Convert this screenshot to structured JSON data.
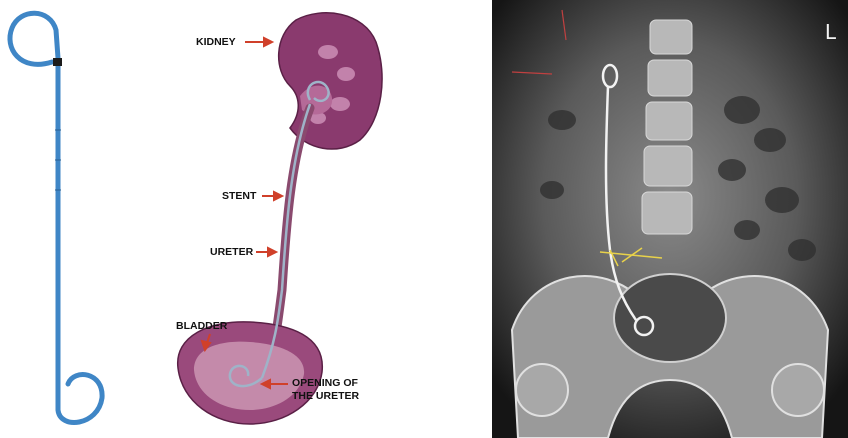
{
  "anatomy": {
    "labels": {
      "kidney": "KIDNEY",
      "stent": "STENT",
      "ureter": "URETER",
      "bladder": "BLADDER",
      "opening_line1": "OPENING OF",
      "opening_line2": "THE URETER"
    },
    "colors": {
      "kidney": "#8a3a6e",
      "arrow": "#d0402a",
      "stent": "#9fb3c8"
    }
  },
  "device": {
    "colors": {
      "stent": "#3f86c6"
    }
  },
  "xray": {
    "side_marker": "L",
    "colors": {
      "annotation": "#e8d24a"
    }
  }
}
